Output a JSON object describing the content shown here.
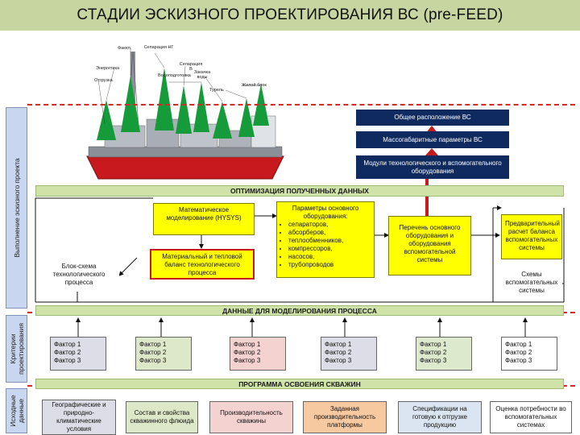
{
  "title": "СТАДИИ ЭСКИЗНОГО ПРОЕКТИРОВАНИЯ ВС (pre-FEED)",
  "side_labels": {
    "execution": "Выполнение эскизного проекта",
    "criteria": "Критерии проектирования",
    "inputs": "Исходные данные"
  },
  "ship_labels": {
    "flare": "Факел",
    "sep_ng": "Сепарация НГ",
    "energy": "Энергетика",
    "sep_v": "Сепарация В",
    "loading": "Отгрузка",
    "water_prep": "Водоподготовка",
    "water_inj": "Закачка воды",
    "turret": "Турель",
    "living": "Жилой блок"
  },
  "top_boxes": [
    "Общее расположение ВС",
    "Массогабаритные параметры ВС",
    "Модули технологического и вспомогательного оборудования"
  ],
  "bands": {
    "optimization": "ОПТИМИЗАЦИЯ ПОЛУЧЕННЫХ ДАННЫХ",
    "modeling": "ДАННЫЕ ДЛЯ МОДЕЛИРОВАНИЯ ПРОЦЕССА",
    "program": "ПРОГРАММА ОСВОЕНИЯ СКВАЖИН"
  },
  "process": {
    "math_model": "Математическое моделирование (HYSYS)",
    "balance": "Материальный и тепловой баланс технологического процесса",
    "flow_scheme": "Блок-схема технологического процесса",
    "params_title": "Параметры основного оборудования:",
    "params_items": [
      "сепараторов,",
      "абсорберов,",
      "теплообменников,",
      "компрессоров,",
      "насосов,",
      "трубопроводов"
    ],
    "equipment_list": "Перечень основного оборудования и оборудования вспомогательной системы",
    "prelim_calc": "Предварительный расчет баланса вспомогательных системы",
    "aux_schemes": "Схемы вспомогательных системы"
  },
  "factors": [
    [
      "Фактор 1",
      "Фактор 2",
      "Фактор 3"
    ],
    [
      "Фактор 1",
      "Фактор 2",
      "Фактор 3"
    ],
    [
      "Фактор 1",
      "Фактор 2",
      "Фактор 3"
    ],
    [
      "Фактор 1",
      "Фактор 2",
      "Фактор 3"
    ],
    [
      "Фактор 1",
      "Фактор 2",
      "Фактор 3"
    ],
    [
      "Фактор 1",
      "Фактор 2",
      "Фактор 3"
    ]
  ],
  "inputs": [
    "Географические и природно-климатические условия",
    "Состав и свойства скважинного флюида",
    "Производительность скважины",
    "Заданная производительность платформы",
    "Спецификации на готовую к отгрузке продукцию",
    "Оценка потребности во вспомогательных системах"
  ],
  "colors": {
    "header": "#c7d6a0",
    "navy": "#0f2a5e",
    "yellow": "#ffff00",
    "band": "#cfe2a8",
    "red": "#c8191e",
    "factor_fills": [
      "#dcdde6",
      "#dde8c8",
      "#f4d2cf",
      "#dcdde6",
      "#dce9cc",
      "#ffffff"
    ],
    "input_fills": [
      "#dcdde6",
      "#dde8c8",
      "#f4d2cf",
      "#f6c9a1",
      "#dbe5f1",
      "#ffffff"
    ]
  }
}
